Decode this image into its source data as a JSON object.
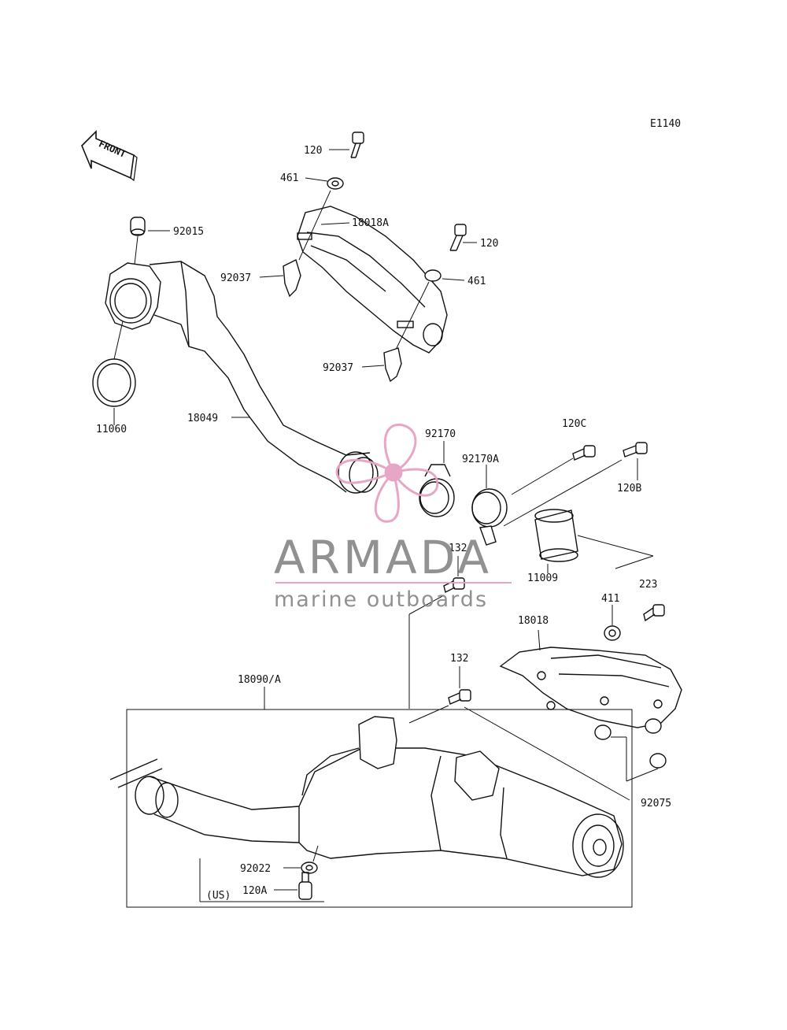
{
  "diagram_code": "E1140",
  "front_indicator": "FRONT",
  "watermark": {
    "title": "ARMADA",
    "subtitle": "marine outboards",
    "accent_color": "#e7a2c4",
    "text_color": "#8c8c8c"
  },
  "parts": {
    "p120_top": "120",
    "p461_top": "461",
    "p18018A": "18018A",
    "p120_right": "120",
    "p461_right": "461",
    "p92015": "92015",
    "p92037_top": "92037",
    "p92037_bottom": "92037",
    "p11060": "11060",
    "p18049": "18049",
    "p92170": "92170",
    "p92170A": "92170A",
    "p120C": "120C",
    "p120B": "120B",
    "p11009": "11009",
    "p132_top": "132",
    "p223": "223",
    "p411": "411",
    "p18018": "18018",
    "p132_mid": "132",
    "p18090A": "18090/A",
    "p92075": "92075",
    "p92022": "92022",
    "p120A": "120A",
    "region_us": "(US)"
  }
}
